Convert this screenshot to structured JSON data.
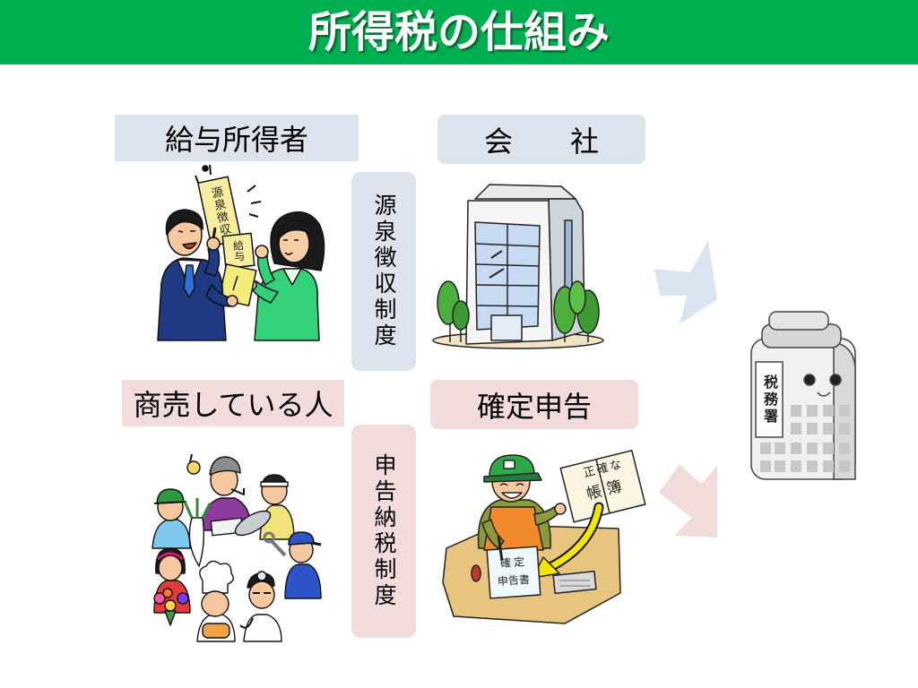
{
  "colors": {
    "header": "#00b050",
    "blue_label": "#dce3ed",
    "pink_label": "#f2dcdb",
    "blue_arrow": "#dbe5f1",
    "pink_arrow": "#f2dcdb"
  },
  "slide": {
    "title": "所得税の仕組み"
  },
  "labels": {
    "salaried_workers": "給与所得者",
    "company": "会　　社",
    "withholding_system": "源泉徴収制度",
    "self_employed": "商売している人",
    "final_tax_return": "確定申告",
    "self_assessment_system": "申告納税制度"
  },
  "illustrations": {
    "withholding_slip": "源泉徴収",
    "salary_paper": "給与",
    "ledger_book_line1": "正確な",
    "ledger_book_line2": "帳簿",
    "return_form_line1": "確定",
    "return_form_line2": "申告書",
    "tax_office_sign": "税務署"
  }
}
